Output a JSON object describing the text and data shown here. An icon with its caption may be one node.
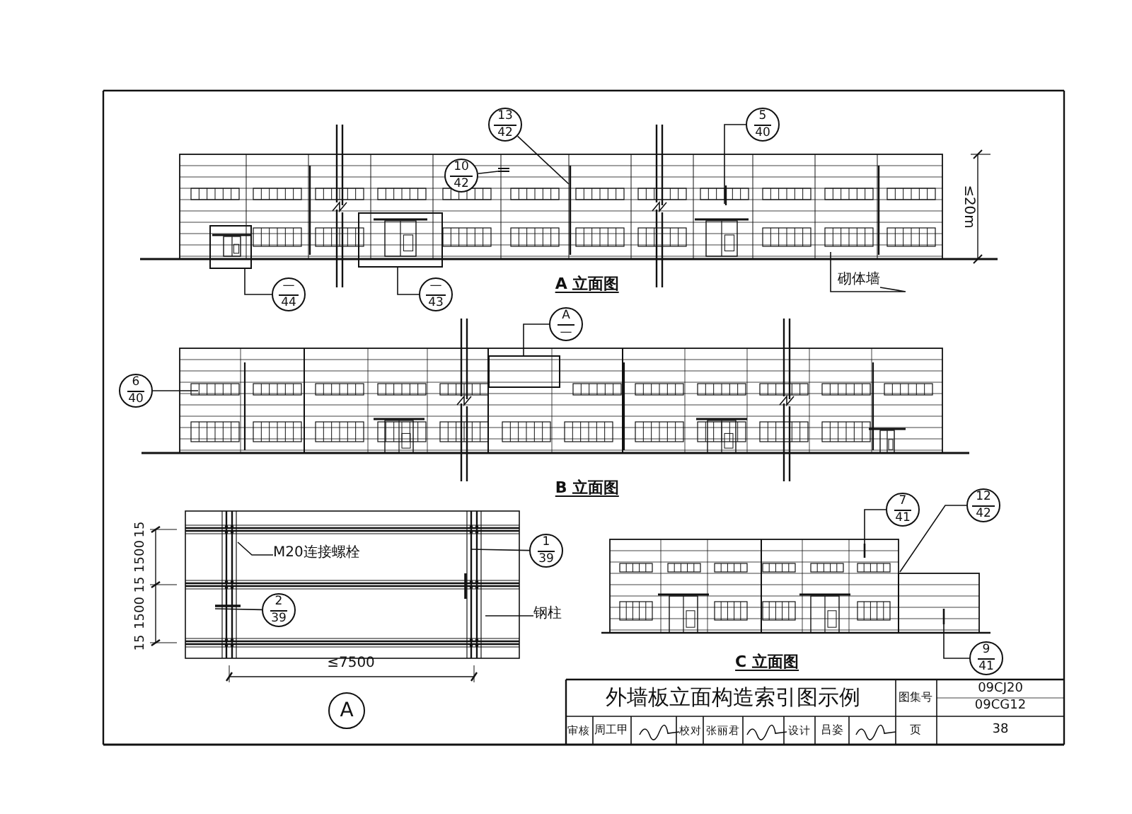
{
  "diagram": {
    "title": "外墙板立面构造索引图示例",
    "nodes": [
      {
        "text": [
          "13",
          "42"
        ]
      },
      {
        "text": [
          "10",
          "42"
        ]
      },
      {
        "text": [
          "5",
          "40"
        ]
      },
      {
        "text": [],
        "shape": "box"
      },
      {
        "text": [],
        "shape": "box"
      },
      {
        "text": [
          "—",
          "44"
        ]
      },
      {
        "text": [
          "—",
          "43"
        ]
      },
      {
        "text": [
          "砌体墙"
        ]
      },
      {
        "text": [
          "A",
          "—"
        ]
      },
      {
        "text": [],
        "shape": "box"
      },
      {
        "text": [
          "6",
          "40"
        ]
      },
      {
        "text": [
          "M20连接螺栓"
        ]
      },
      {
        "text": [
          "1",
          "39"
        ]
      },
      {
        "text": [
          "2",
          "39"
        ]
      },
      {
        "text": [
          "钢柱"
        ]
      },
      {
        "text": [
          "7",
          "41"
        ]
      },
      {
        "text": [
          "12",
          "42"
        ]
      },
      {
        "text": [
          "9",
          "41"
        ]
      },
      {
        "text": [
          "A"
        ]
      }
    ],
    "edges": [
      {
        "from": 0,
        "to": null,
        "arrow": "none"
      },
      {
        "from": 1,
        "to": null,
        "arrow": "none"
      },
      {
        "from": 2,
        "to": null,
        "arrow": "none"
      },
      {
        "from": 5,
        "to": 3,
        "arrow": "none"
      },
      {
        "from": 6,
        "to": 4,
        "arrow": "none"
      },
      {
        "from": 7,
        "to": null,
        "arrow": "none"
      },
      {
        "from": 8,
        "to": 9,
        "arrow": "none"
      },
      {
        "from": 10,
        "to": null,
        "arrow": "none"
      },
      {
        "from": 11,
        "to": null,
        "arrow": "none"
      },
      {
        "from": 12,
        "to": null,
        "arrow": "none"
      },
      {
        "from": 13,
        "to": null,
        "arrow": "none"
      },
      {
        "from": 14,
        "to": null,
        "arrow": "none"
      },
      {
        "from": 15,
        "to": null,
        "arrow": "none"
      },
      {
        "from": 16,
        "to": null,
        "arrow": "none"
      },
      {
        "from": 17,
        "to": null,
        "arrow": "none"
      }
    ],
    "labels": [
      "≤20m",
      "A 立面图",
      "B 立面图",
      "15",
      "1500",
      "15",
      "1500",
      "15",
      "≤7500",
      "C 立面图",
      "图集号",
      "09CJ20",
      "09CG12",
      "审核",
      "周工甲",
      "校对",
      "张丽君",
      "设计",
      "吕姿",
      "页",
      "38"
    ]
  }
}
